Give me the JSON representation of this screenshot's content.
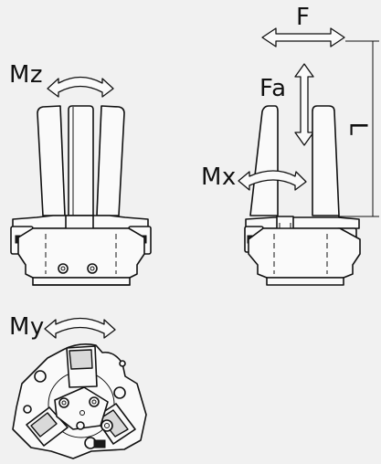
{
  "labels": {
    "mz": "Mz",
    "my": "My",
    "mx": "Mx",
    "f": "F",
    "fa": "Fa",
    "l": "L"
  },
  "colors": {
    "background": "#f1f1f1",
    "line": "#111111",
    "part_fill": "#fafafa",
    "shade": "#d9d9d9"
  }
}
